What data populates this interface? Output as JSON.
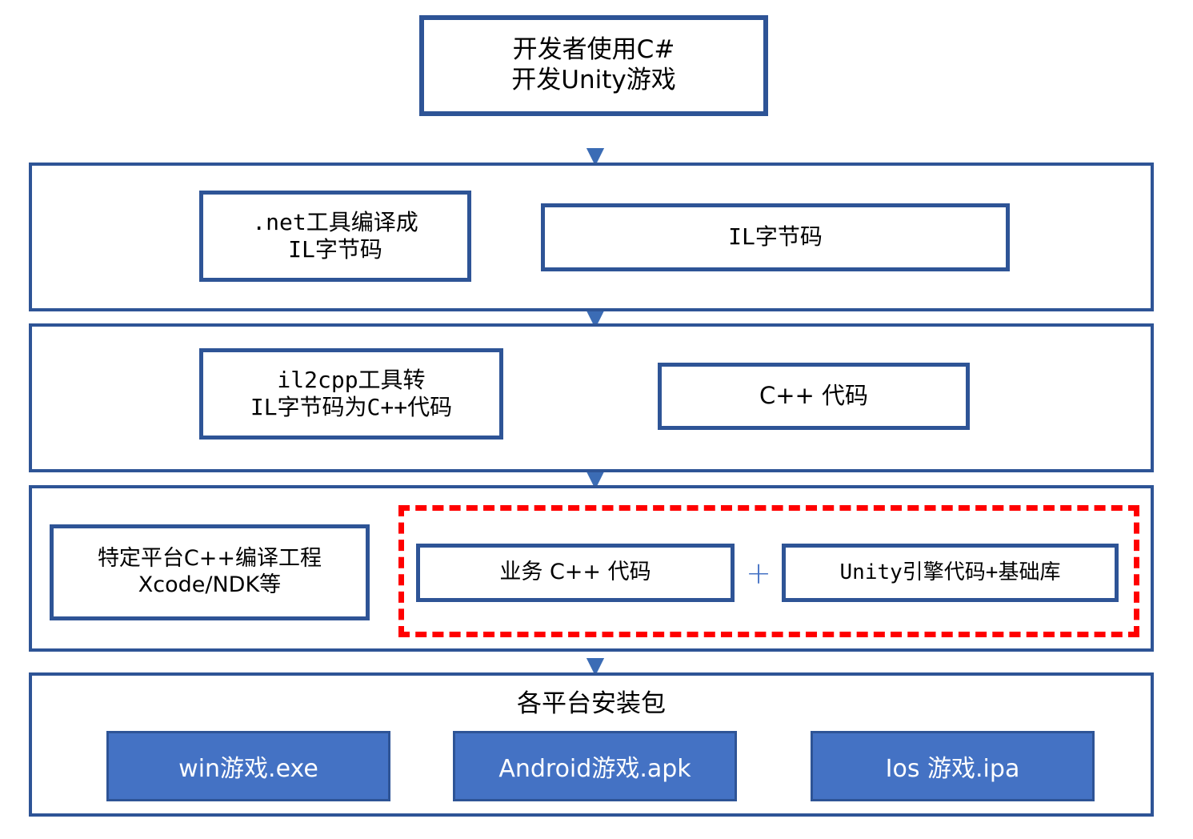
{
  "diagram": {
    "title_node": {
      "line1": "开发者使用C#",
      "line2": "开发Unity游戏"
    },
    "stage_il": {
      "source_box": {
        "line1": ".net工具编译成",
        "line2": "IL字节码"
      },
      "result_box": {
        "label": "IL字节码"
      }
    },
    "stage_cpp": {
      "source_box": {
        "line1": "il2cpp工具转",
        "line2": "IL字节码为C++代码"
      },
      "result_box": {
        "label": "C++ 代码"
      }
    },
    "stage_build": {
      "source_box": {
        "line1": "特定平台C++编译工程",
        "line2": "Xcode/NDK等"
      },
      "highlight": {
        "left_box": "业务 C++ 代码",
        "operator": "+",
        "right_box": "Unity引擎代码+基础库"
      }
    },
    "stage_packages": {
      "heading": "各平台安装包",
      "artifacts": [
        {
          "label": "win游戏.exe"
        },
        {
          "label": "Android游戏.apk"
        },
        {
          "label": "Ios 游戏.ipa"
        }
      ]
    },
    "colors": {
      "border_blue": "#2E5496",
      "fill_blue": "#4472C4",
      "connector_blue": "#5B8AD0",
      "highlight_red": "#FF0000",
      "text_dark": "#000000",
      "text_light": "#FFFFFF",
      "background": "#FFFFFF"
    }
  }
}
